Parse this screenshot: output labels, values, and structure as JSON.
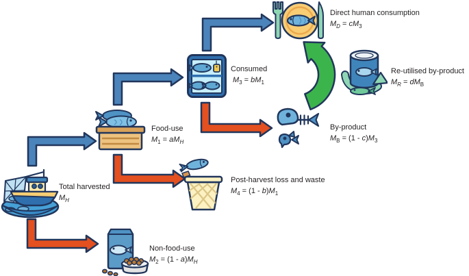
{
  "figure": {
    "type": "flow-diagram",
    "description": "Fish harvest mass flow diagram",
    "colors": {
      "flow_blue": "#4a84ba",
      "flow_orange": "#e4501f",
      "flow_green": "#3cb44c",
      "outline": "#21365c",
      "text": "#231f20",
      "background": "#ffffff"
    },
    "nodes": {
      "total_harvested": {
        "label": "Total harvested",
        "icon": "fishing-boat-icon",
        "formula": [
          {
            "t": "M",
            "i": true
          },
          {
            "t": "H",
            "i": true,
            "s": true
          }
        ]
      },
      "food_use": {
        "label": "Food-use",
        "icon": "fish-crate-icon",
        "formula": [
          {
            "t": "M",
            "i": true
          },
          {
            "t": "1",
            "s": true
          },
          {
            "t": " = "
          },
          {
            "t": "a",
            "i": true
          },
          {
            "t": "M",
            "i": true
          },
          {
            "t": "H",
            "i": true,
            "s": true
          }
        ]
      },
      "consumed": {
        "label": "Consumed",
        "icon": "fish-display-case-icon",
        "formula": [
          {
            "t": "M",
            "i": true
          },
          {
            "t": "3",
            "s": true
          },
          {
            "t": " = "
          },
          {
            "t": "b",
            "i": true
          },
          {
            "t": "M",
            "i": true
          },
          {
            "t": "1",
            "s": true
          }
        ]
      },
      "direct_human_consumption": {
        "label": "Direct human consumption",
        "icon": "dinner-plate-icon",
        "formula": [
          {
            "t": "M",
            "i": true
          },
          {
            "t": "D",
            "i": true,
            "s": true
          },
          {
            "t": " = "
          },
          {
            "t": "c",
            "i": true
          },
          {
            "t": "M",
            "i": true
          },
          {
            "t": "3",
            "s": true
          }
        ]
      },
      "re_utilised_by_product": {
        "label": "Re-utilised by-product",
        "icon": "fish-can-recycle-icon",
        "formula": [
          {
            "t": "M",
            "i": true
          },
          {
            "t": "R",
            "i": true,
            "s": true
          },
          {
            "t": " = "
          },
          {
            "t": "d",
            "i": true
          },
          {
            "t": "M",
            "i": true
          },
          {
            "t": "B",
            "s": true
          }
        ]
      },
      "by_product": {
        "label": "By-product",
        "icon": "fish-bones-icon",
        "formula": [
          {
            "t": "M",
            "i": true
          },
          {
            "t": "B",
            "s": true
          },
          {
            "t": " = (1 - "
          },
          {
            "t": "c",
            "i": true
          },
          {
            "t": ")"
          },
          {
            "t": "M",
            "i": true
          },
          {
            "t": "3",
            "s": true
          }
        ]
      },
      "post_harvest_loss": {
        "label": "Post-harvest loss and waste",
        "icon": "waste-basket-icon",
        "formula": [
          {
            "t": "M",
            "i": true
          },
          {
            "t": "4",
            "s": true
          },
          {
            "t": " = (1 - "
          },
          {
            "t": "b",
            "i": true
          },
          {
            "t": ")"
          },
          {
            "t": "M",
            "i": true
          },
          {
            "t": "1",
            "s": true
          }
        ]
      },
      "non_food_use": {
        "label": "Non-food-use",
        "icon": "pet-food-icon",
        "formula": [
          {
            "t": "M",
            "i": true
          },
          {
            "t": "2",
            "s": true
          },
          {
            "t": " = (1 - "
          },
          {
            "t": "a",
            "i": true
          },
          {
            "t": ")"
          },
          {
            "t": "M",
            "i": true
          },
          {
            "t": "H",
            "i": true,
            "s": true
          }
        ]
      }
    },
    "flows": [
      {
        "from": "total_harvested",
        "to": "food_use",
        "color": "blue"
      },
      {
        "from": "food_use",
        "to": "consumed",
        "color": "blue"
      },
      {
        "from": "consumed",
        "to": "direct_human_consumption",
        "color": "blue"
      },
      {
        "from": "consumed",
        "to": "by_product",
        "color": "orange"
      },
      {
        "from": "food_use",
        "to": "post_harvest_loss",
        "color": "orange"
      },
      {
        "from": "total_harvested",
        "to": "non_food_use",
        "color": "orange"
      },
      {
        "from": "by_product",
        "to": "direct_human_consumption",
        "color": "green",
        "note": "curved recycle arrow"
      }
    ]
  }
}
